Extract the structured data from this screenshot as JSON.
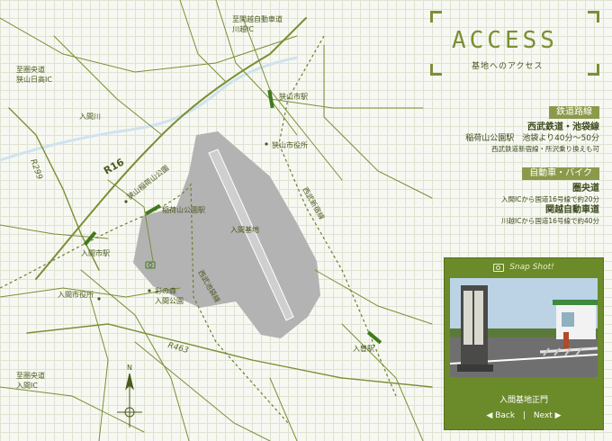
{
  "header": {
    "title": "ACCESS",
    "subtitle": "基地へのアクセス"
  },
  "map": {
    "labels": {
      "kanetsu_kawagoe": [
        "至関越自動車道",
        "川越IC"
      ],
      "kenodo_sayama": [
        "至圏央道",
        "狭山日高IC"
      ],
      "kenodo_iruma": [
        "至圏央道",
        "入間IC"
      ],
      "iruma_river": "入間川",
      "r299": "R299",
      "r16": "R16",
      "r463": "R463",
      "sayama_station": "狭山市駅",
      "sayama_cityhall": "狭山市役所",
      "sayama_inariyama_park": "狭山稲荷山公園",
      "inariyama_park_station": "稲荷山公園駅",
      "iruma_base": "入間基地",
      "seibu_shinjuku_line": "西武新宿線",
      "seibu_ikebukuro_line": "西武池袋線",
      "irumashi_station": "入間市駅",
      "iruma_cityhall": "入間市役所",
      "sainomori_park": [
        "彩の森",
        "入間公園"
      ],
      "irumagawa_station": "入曽駅",
      "north": "N"
    }
  },
  "rail": {
    "heading": "鉄道路線",
    "line": "西武鉄道・池袋線",
    "route": "稲荷山公園駅　池袋より40分〜50分",
    "note": "西武鉄道新宿線・所沢乗り換えも可"
  },
  "car": {
    "heading": "自動車・バイク",
    "road1": "圏央道",
    "road1_detail": "入間ICから国道16号線で約20分",
    "road2": "関越自動車道",
    "road2_detail": "川越ICから国道16号線で約40分"
  },
  "snapshot": {
    "heading": "Snap Shot!",
    "caption": "入間基地正門",
    "back": "Back",
    "next": "Next"
  },
  "colors": {
    "road": "#7a8f35",
    "base_area": "#b3b3b3",
    "river": "#cfe3ee"
  }
}
